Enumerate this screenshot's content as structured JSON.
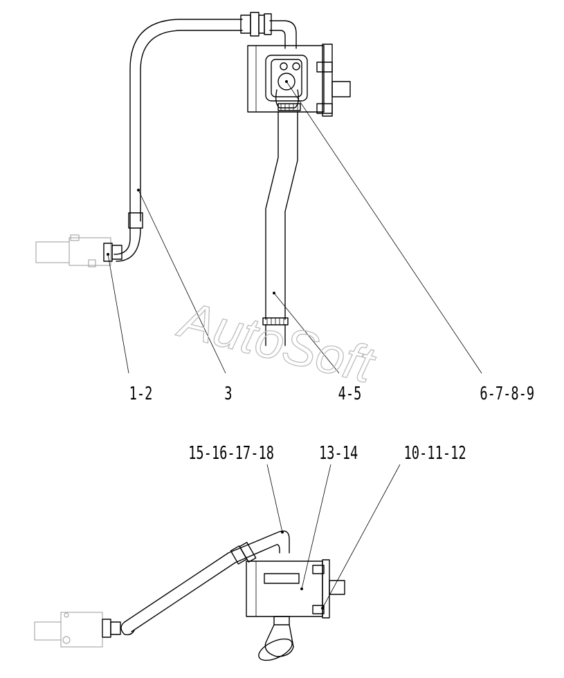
{
  "watermark": "AutoSoft",
  "callouts": {
    "c1": "1-2",
    "c2": "3",
    "c3": "4-5",
    "c4": "6-7-8-9",
    "c5": "15-16-17-18",
    "c6": "13-14",
    "c7": "10-11-12"
  },
  "colors": {
    "line": "#000000",
    "watermark": "#bdbdbd",
    "background": "#ffffff"
  }
}
